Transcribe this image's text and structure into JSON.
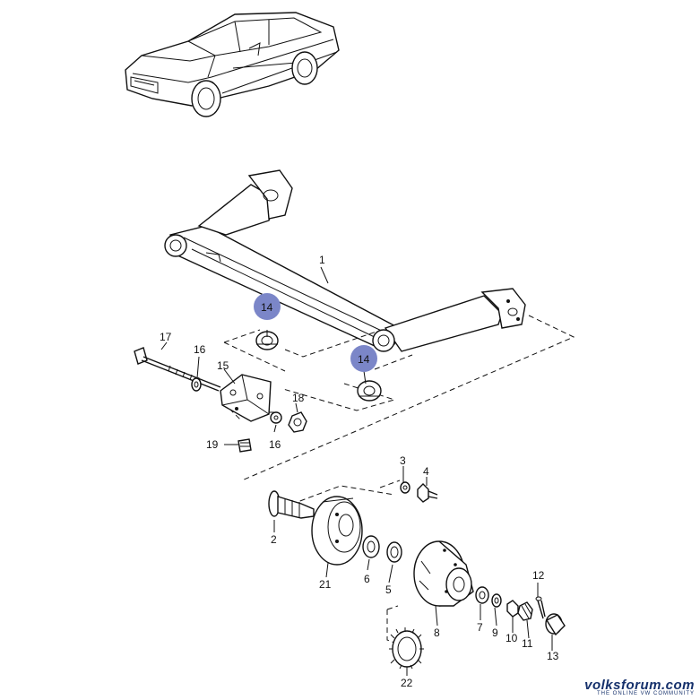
{
  "callouts": {
    "n1": "1",
    "n2": "2",
    "n3": "3",
    "n4": "4",
    "n5": "5",
    "n6": "6",
    "n7": "7",
    "n8": "8",
    "n9": "9",
    "n10": "10",
    "n11": "11",
    "n12": "12",
    "n13": "13",
    "n14a": "14",
    "n14b": "14",
    "n15": "15",
    "n16a": "16",
    "n16b": "16",
    "n17": "17",
    "n18": "18",
    "n19": "19",
    "n21": "21",
    "n22": "22"
  },
  "watermark": {
    "main": "volksforum.com",
    "sub": "THE ONLINE VW COMMUNITY"
  },
  "colors": {
    "highlight_badge": "#7b86c8",
    "watermark": "#15306b",
    "line": "#111111"
  }
}
